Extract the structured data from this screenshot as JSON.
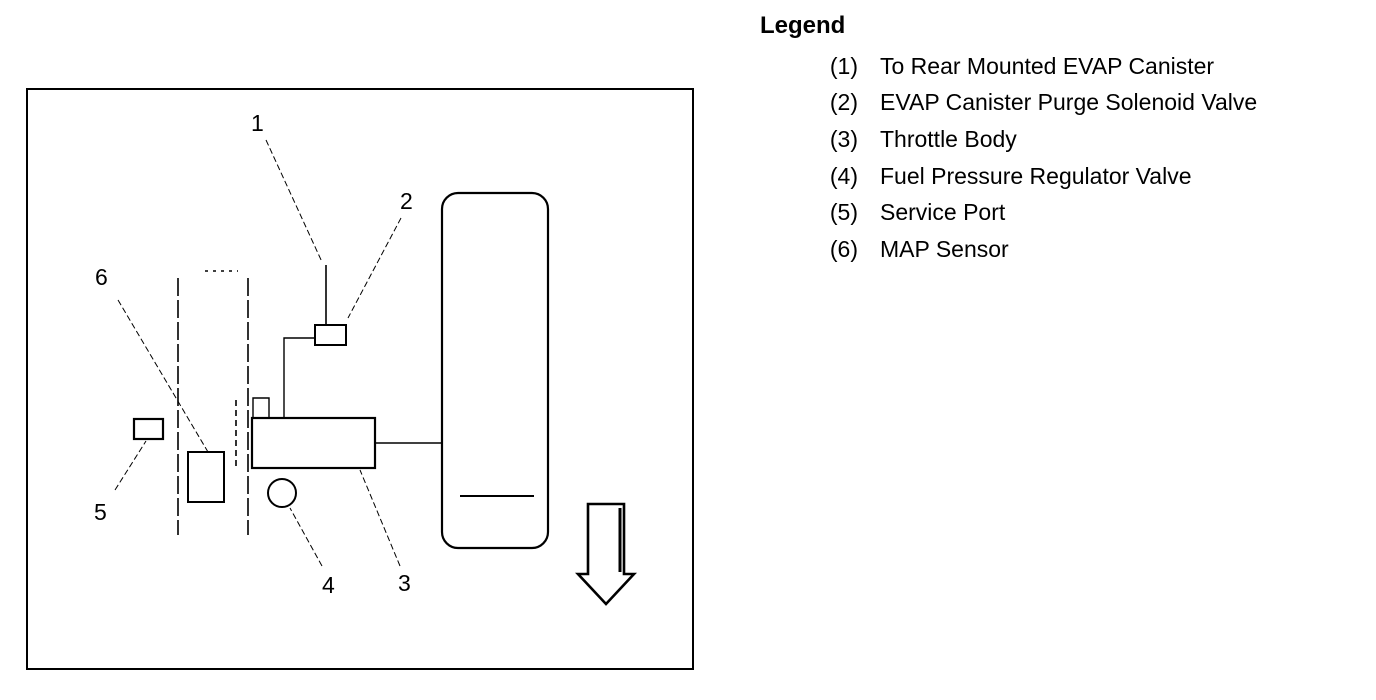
{
  "legend": {
    "title": "Legend",
    "items": [
      {
        "number": "(1)",
        "text": "To Rear Mounted EVAP Canister"
      },
      {
        "number": "(2)",
        "text": "EVAP Canister Purge Solenoid Valve"
      },
      {
        "number": "(3)",
        "text": "Throttle Body"
      },
      {
        "number": "(4)",
        "text": "Fuel Pressure Regulator Valve"
      },
      {
        "number": "(5)",
        "text": "Service Port"
      },
      {
        "number": "(6)",
        "text": "MAP Sensor"
      }
    ]
  },
  "callouts": {
    "c1": "1",
    "c2": "2",
    "c3": "3",
    "c4": "4",
    "c5": "5",
    "c6": "6"
  }
}
